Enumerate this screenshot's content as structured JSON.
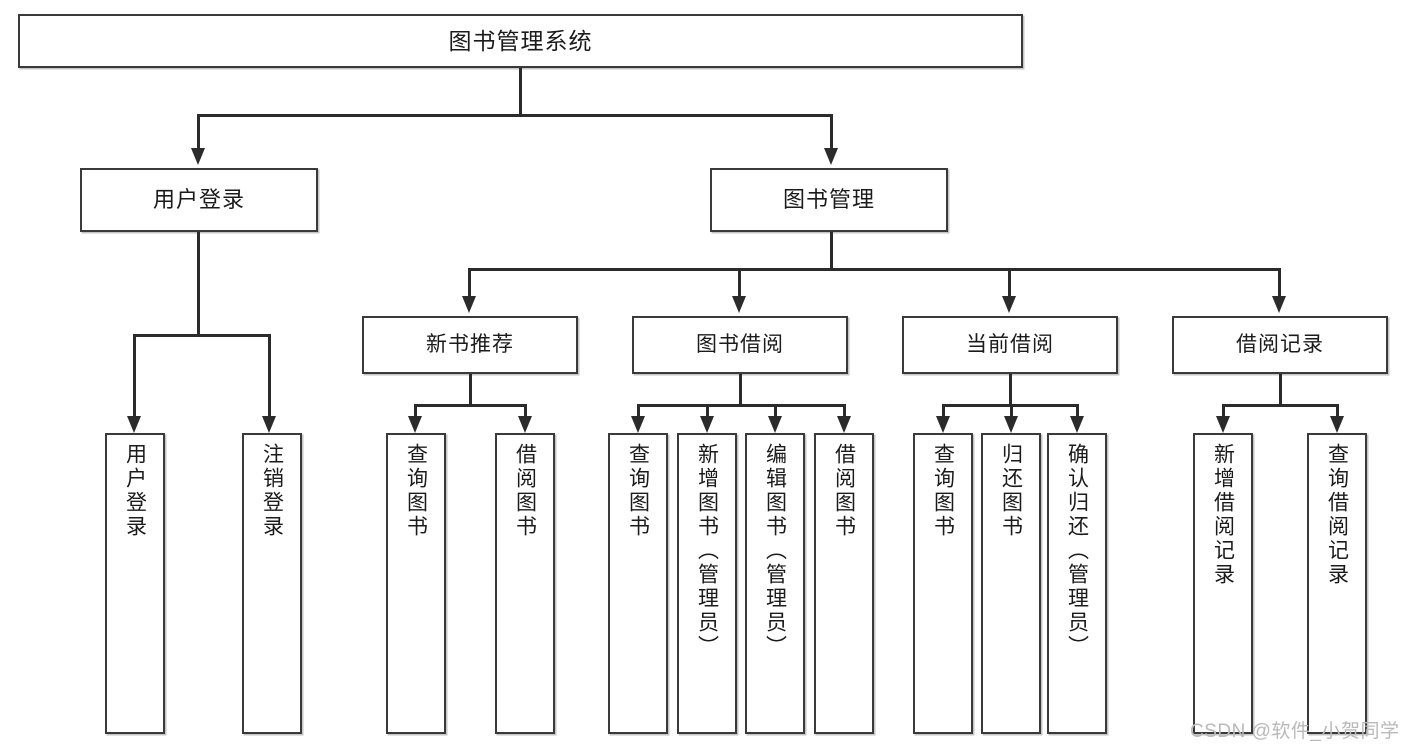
{
  "diagram": {
    "type": "tree-hierarchy",
    "title": "图书管理系统",
    "orientation": "top-down",
    "colors": {
      "box_border": "#3a3a3a",
      "connector": "#2b2b2b",
      "background": "#ffffff",
      "text": "#1b1b1b",
      "watermark": "#b9b9b9"
    },
    "root": {
      "label": "图书管理系统"
    },
    "level2": [
      {
        "label": "用户登录"
      },
      {
        "label": "图书管理"
      }
    ],
    "level3": [
      {
        "label": "新书推荐"
      },
      {
        "label": "图书借阅"
      },
      {
        "label": "当前借阅"
      },
      {
        "label": "借阅记录"
      }
    ],
    "leaves": {
      "user_login": [
        {
          "label": "用户登录"
        },
        {
          "label": "注销登录"
        }
      ],
      "new_book_recommend": [
        {
          "label": "查询图书"
        },
        {
          "label": "借阅图书"
        }
      ],
      "book_borrow": [
        {
          "label": "查询图书"
        },
        {
          "label": "新增图书（管理员）"
        },
        {
          "label": "编辑图书（管理员）"
        },
        {
          "label": "借阅图书"
        }
      ],
      "current_borrow": [
        {
          "label": "查询图书"
        },
        {
          "label": "归还图书"
        },
        {
          "label": "确认归还（管理员）"
        }
      ],
      "borrow_record": [
        {
          "label": "新增借阅记录"
        },
        {
          "label": "查询借阅记录"
        }
      ]
    }
  },
  "watermark": {
    "text": "CSDN @软件_小贺同学"
  }
}
